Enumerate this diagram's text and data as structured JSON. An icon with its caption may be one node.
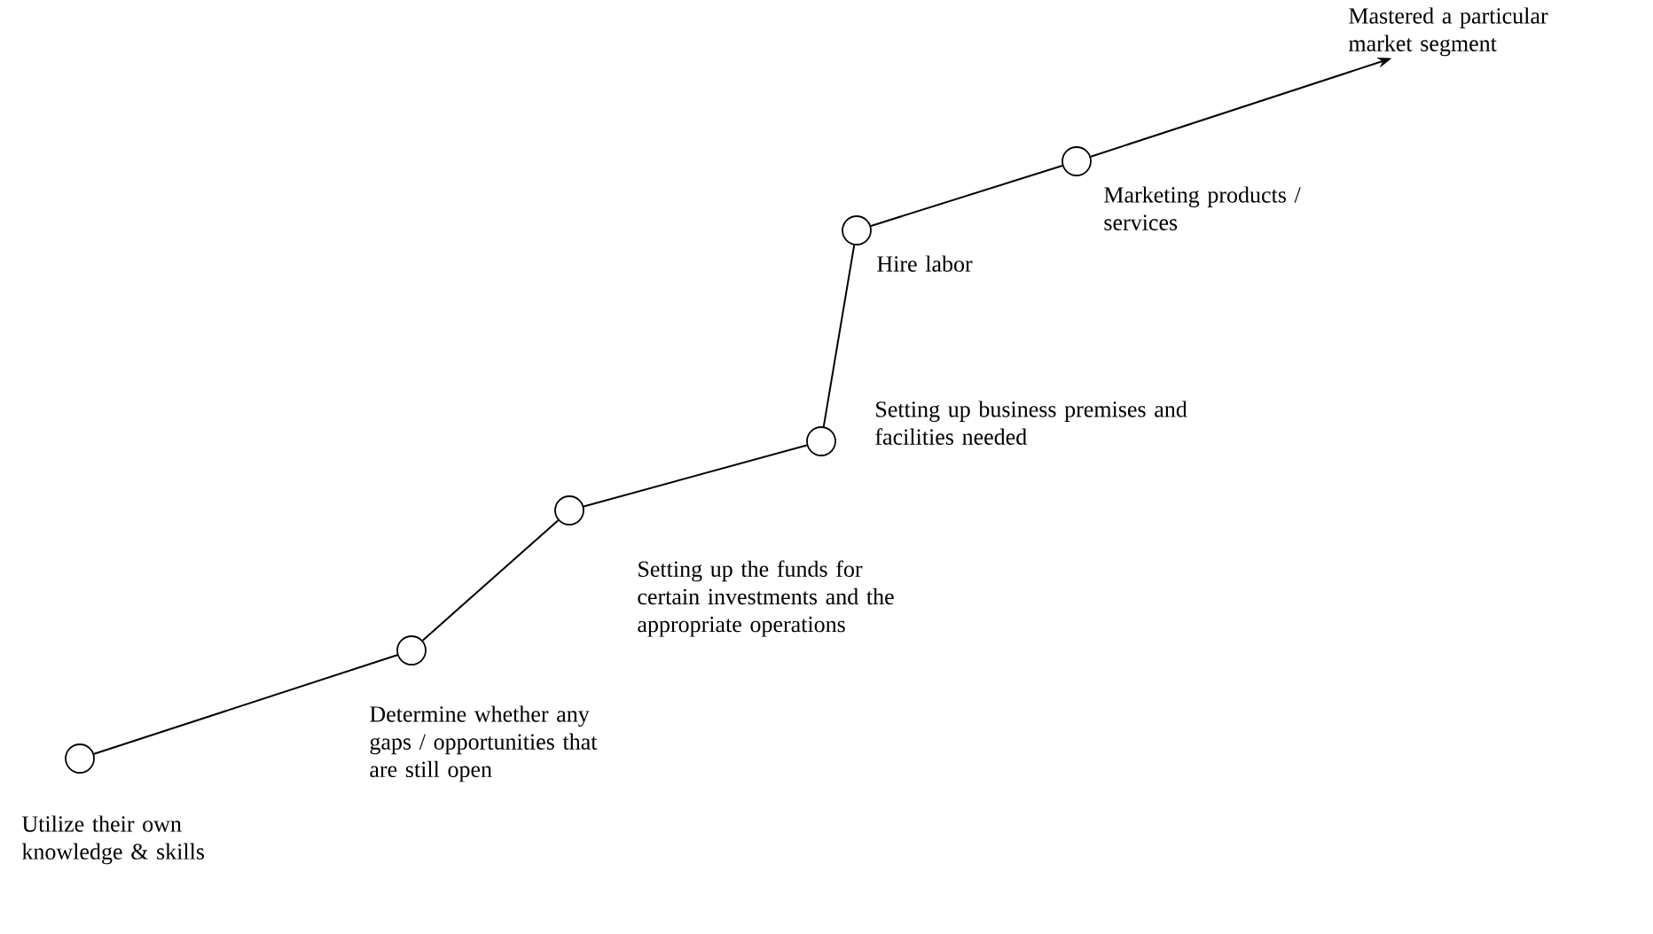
{
  "diagram": {
    "nodes": [
      {
        "text": [],
        "shape": "circle",
        "beside": [
          "Utilize their own knowledge & skills"
        ]
      },
      {
        "text": [],
        "shape": "circle",
        "beside": [
          "Determine whether any gaps / opportunities that are still open"
        ]
      },
      {
        "text": [],
        "shape": "circle",
        "beside": [
          "Setting up the funds for certain investments and the appropriate operations"
        ]
      },
      {
        "text": [],
        "shape": "circle",
        "beside": [
          "Setting up business premises and facilities needed"
        ]
      },
      {
        "text": [],
        "shape": "circle",
        "beside": [
          "Hire labor"
        ]
      },
      {
        "text": [],
        "shape": "circle",
        "beside": [
          "Marketing products / services"
        ]
      },
      {
        "text": [
          "Mastered a particular market segment"
        ]
      }
    ],
    "edges": [
      {
        "from": 0,
        "to": 1,
        "arrow": "none"
      },
      {
        "from": 1,
        "to": 2,
        "arrow": "none"
      },
      {
        "from": 2,
        "to": 3,
        "arrow": "none"
      },
      {
        "from": 3,
        "to": 4,
        "arrow": "none"
      },
      {
        "from": 4,
        "to": 5,
        "arrow": "none"
      },
      {
        "from": 5,
        "to": 6,
        "arrow": "to"
      }
    ]
  }
}
